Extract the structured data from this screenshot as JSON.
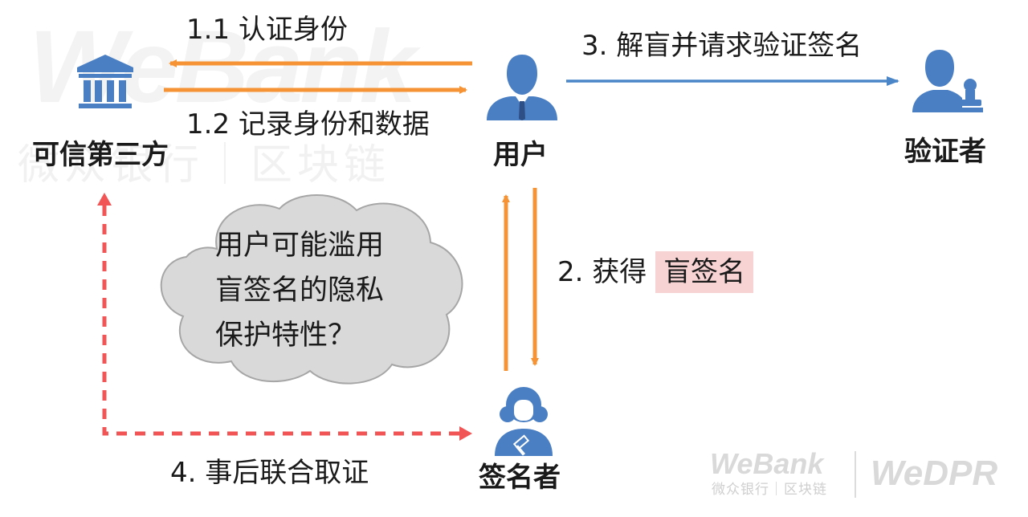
{
  "watermark": {
    "brand": "WeBank",
    "subtitle": "微众银行｜区块链"
  },
  "actors": {
    "trusted_third_party": "可信第三方",
    "user": "用户",
    "verifier": "验证者",
    "signer": "签名者"
  },
  "edges": {
    "authenticate": "1.1 认证身份",
    "record": "1.2 记录身份和数据",
    "unblind_verify": "3. 解盲并请求验证签名",
    "obtain_prefix": "2. 获得",
    "obtain_highlight": "盲签名",
    "forensics": "4. 事后联合取证"
  },
  "cloud": {
    "lines": [
      "用户可能滥用",
      "盲签名的隐私",
      "保护特性？"
    ]
  },
  "footer": {
    "logo_primary": "WeBank",
    "logo_primary_sub": "微众银行｜区块链",
    "logo_secondary": "WeDPR"
  },
  "colors": {
    "orange": "#f59335",
    "blue": "#4a86c8",
    "red_dashed": "#f25555",
    "highlight": "#f8d3d3",
    "icon_blue": "#4a7fc4"
  }
}
